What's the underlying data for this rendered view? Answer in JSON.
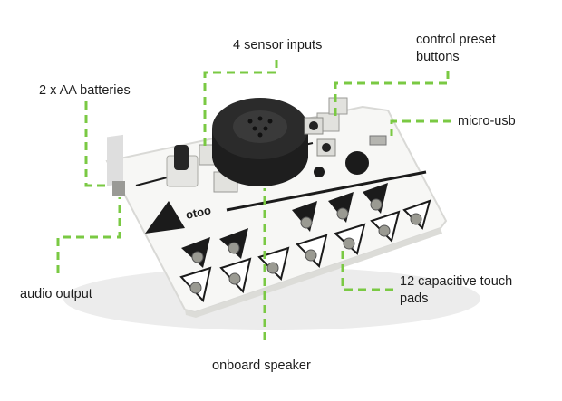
{
  "colors": {
    "leader": "#7ac943",
    "board": "#f7f7f5",
    "board_edge": "#d9d9d6",
    "ink": "#1b1b1b",
    "pad": "#9a9a92",
    "text": "#1d1d1d"
  },
  "icons": [
    "speaker-icon",
    "button-icon",
    "touch-pad-icon",
    "usb-port-icon",
    "jack-icon",
    "knob-icon"
  ],
  "labels": {
    "sensor_inputs": "4 sensor inputs",
    "control_preset_line1": "control preset",
    "control_preset_line2": "buttons",
    "batteries": "2 x AA batteries",
    "micro_usb": "micro-usb",
    "audio_output": "audio output",
    "touch_pads_line1": "12 capacitive touch",
    "touch_pads_line2": "pads",
    "speaker": "onboard speaker"
  }
}
